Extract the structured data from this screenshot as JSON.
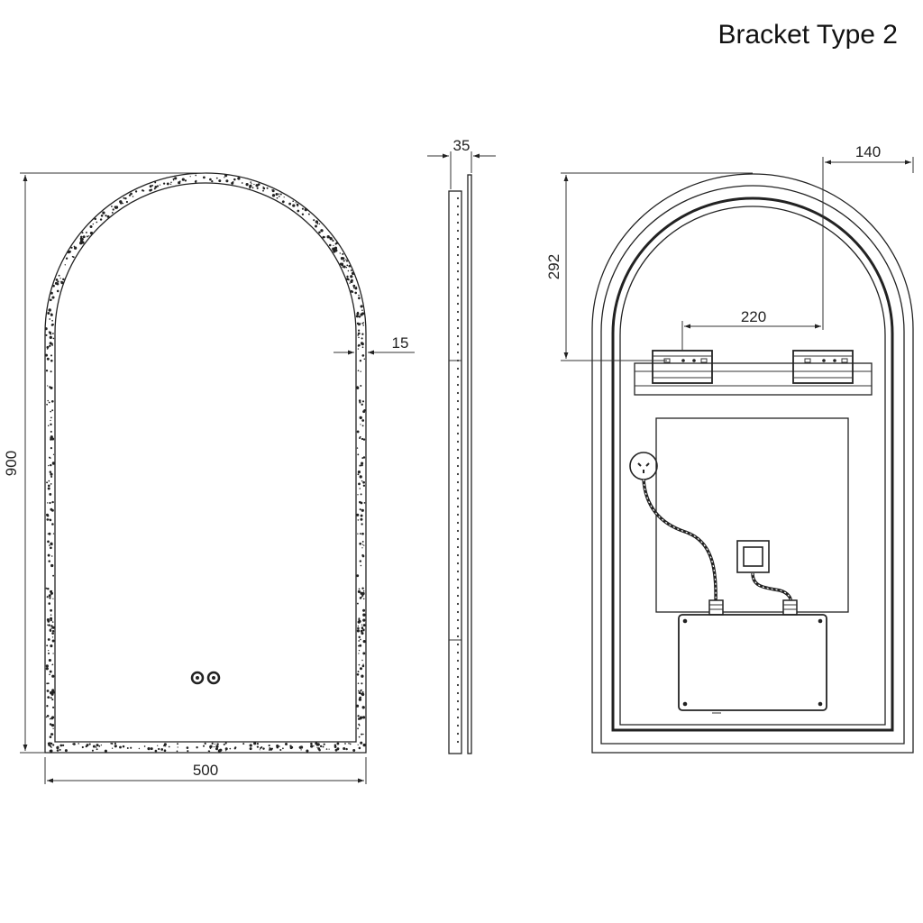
{
  "title": "Bracket Type 2",
  "dimensions": {
    "front_width": "500",
    "front_height": "900",
    "border": "15",
    "depth": "35",
    "offset": "140",
    "bracket_height": "292",
    "bracket_spacing": "220"
  },
  "colors": {
    "line": "#222222",
    "background": "#ffffff"
  },
  "icons": [
    "touch-switch-icon",
    "power-plug-icon",
    "wall-switch-icon"
  ]
}
